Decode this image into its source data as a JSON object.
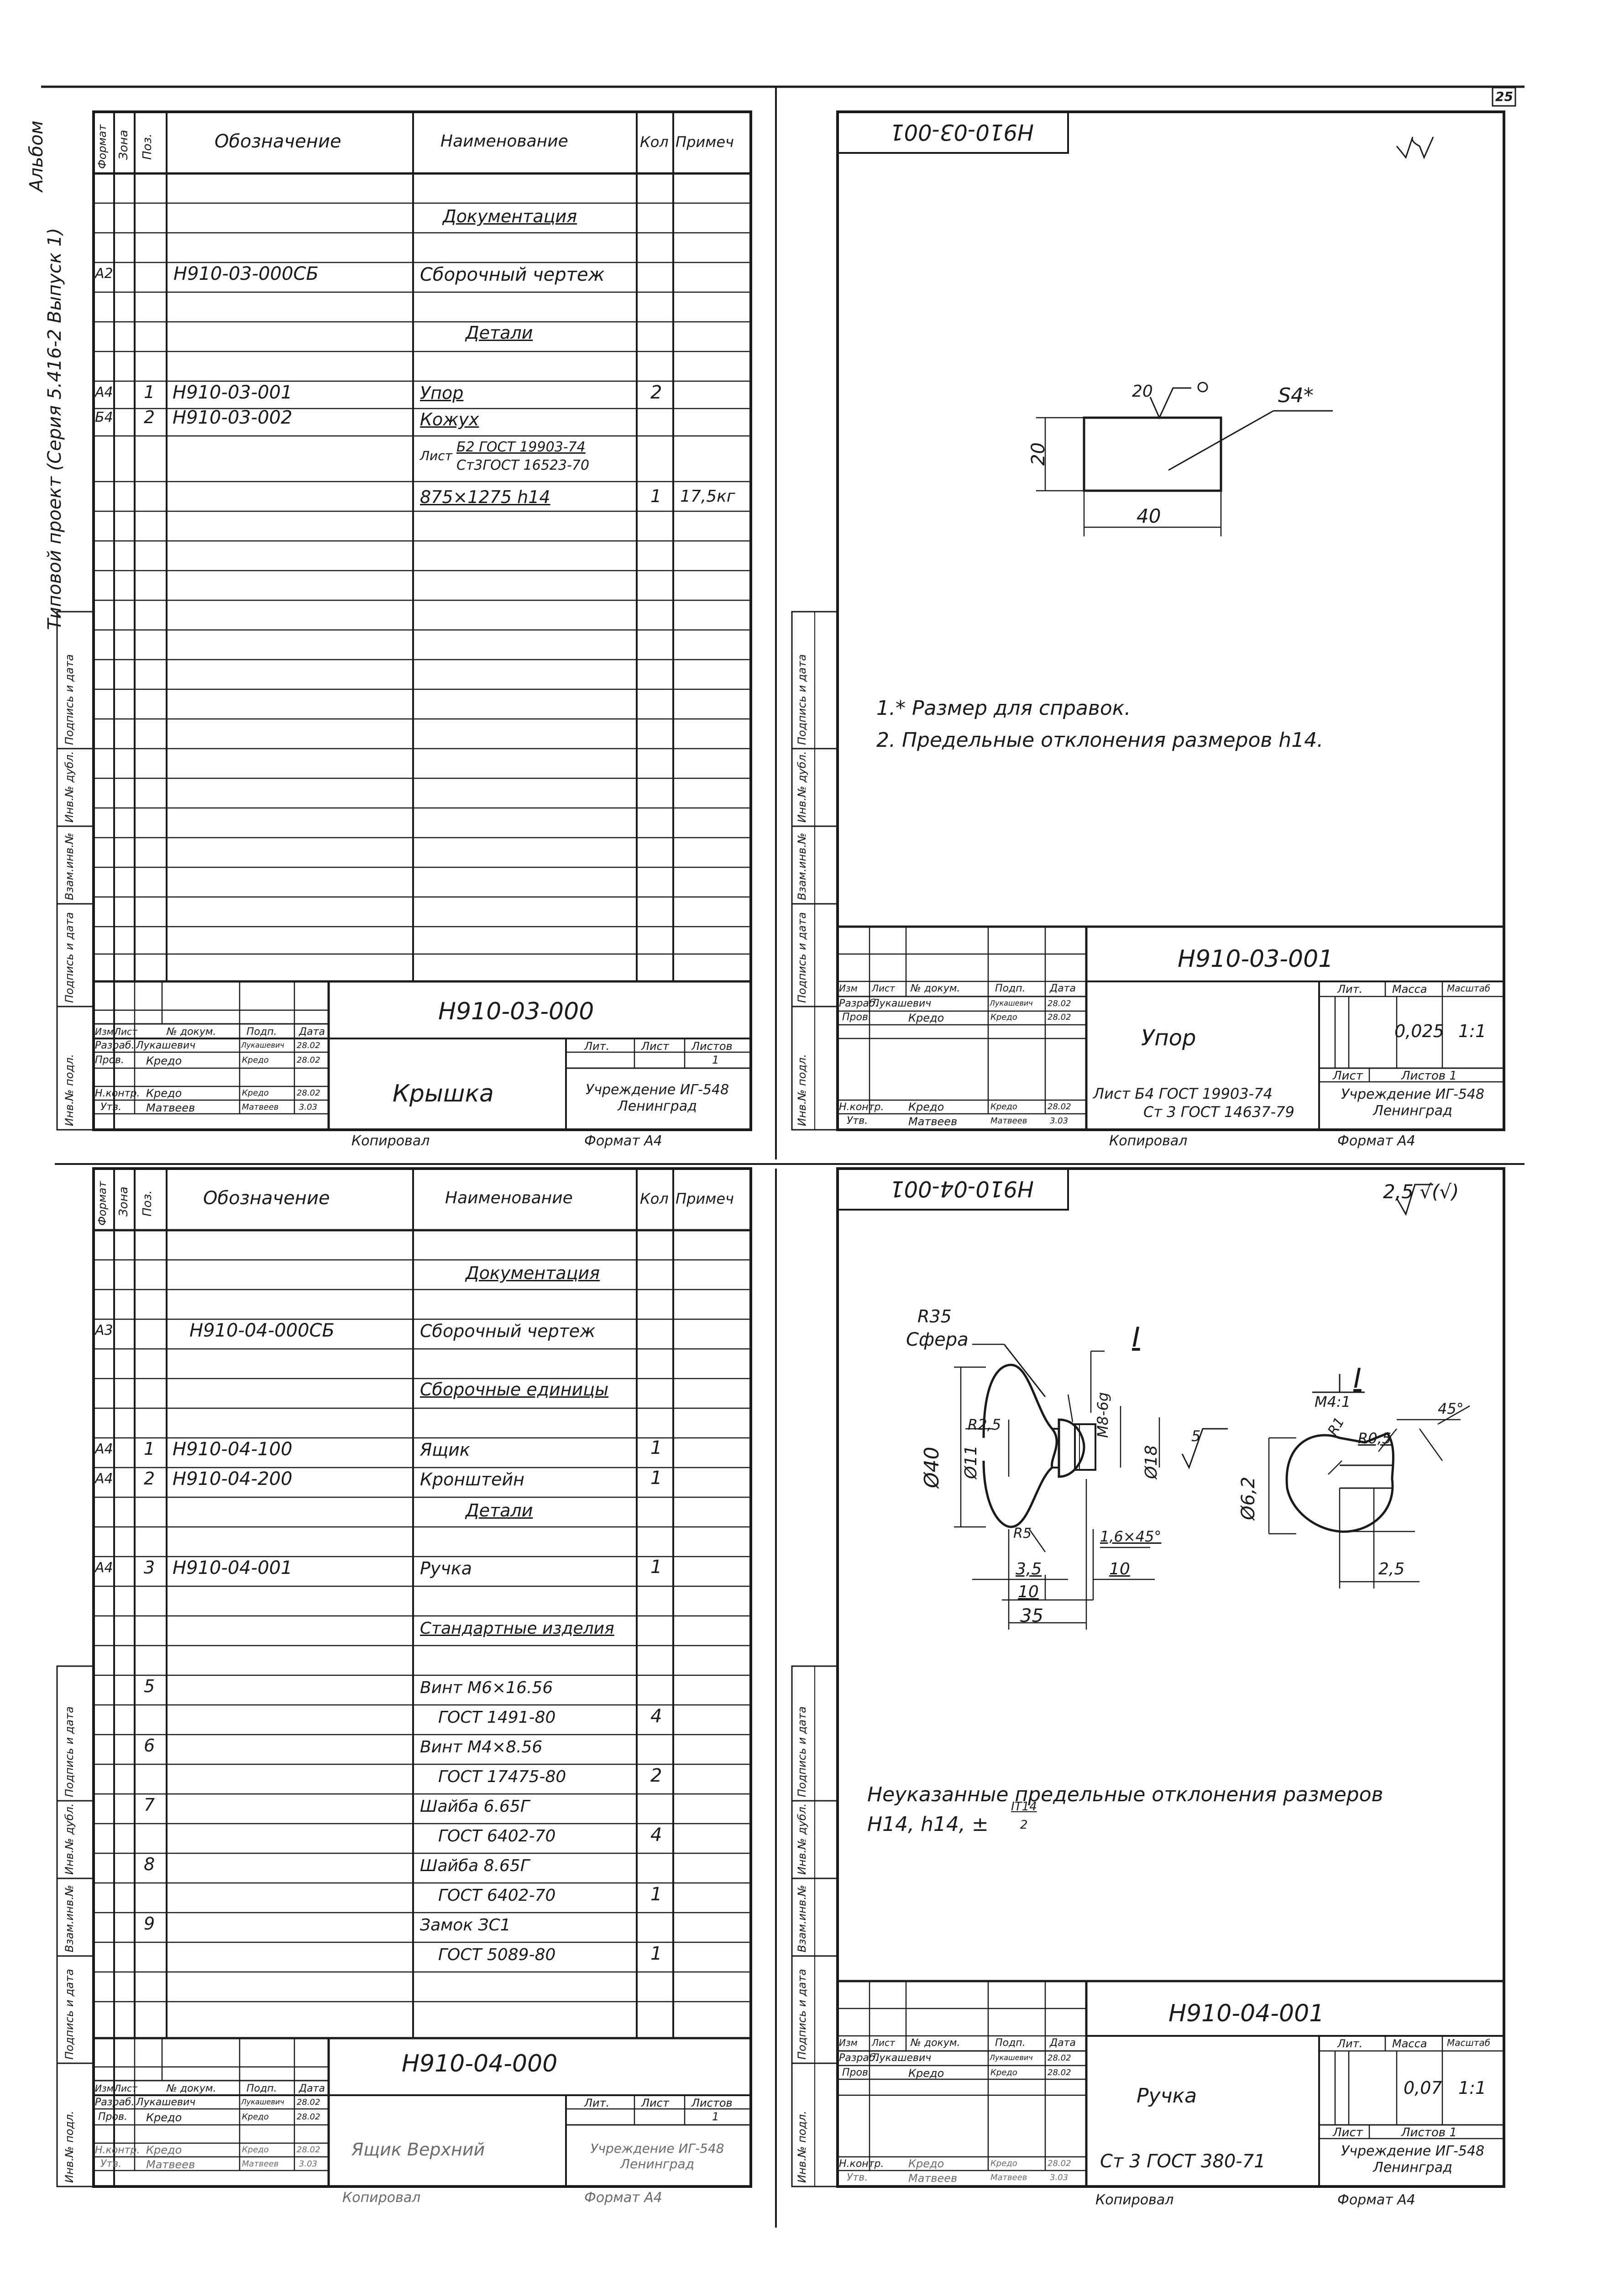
{
  "page_number": "25",
  "side": {
    "album": "Альбом",
    "project": "Типовой проект (Серия 5.416-2 Выпуск 1)",
    "margin_labels_1": [
      "Подпись и дата",
      "Инв.№ дубл.",
      "Взам.инв.№",
      "Подпись и дата",
      "Инв.№ подл."
    ],
    "margin_labels_2": [
      "Подпись и дата",
      "Инв.№ дубл.",
      "Взам.инв.№",
      "Подпись и дата",
      "Инв.№ подл."
    ],
    "margin_labels_3": [
      "Подпись и дата",
      "Инв.№ дубл.",
      "Взам.инв.№",
      "Подпись и дата",
      "Инв.№ подл."
    ],
    "margin_labels_4": [
      "Подпись и дата",
      "Инв.№ дубл.",
      "Взам.инв.№",
      "Подпись и дата",
      "Инв.№ подл."
    ]
  },
  "spec_header": {
    "format": "Формат",
    "zone": "Зона",
    "pos": "Поз.",
    "designation": "Обозначение",
    "name": "Наименование",
    "qty": "Кол",
    "note": "Примеч"
  },
  "spec1": {
    "rows": [
      {
        "name": "Документация"
      },
      {
        "format": "А2",
        "designation": "Н910-03-000СБ",
        "name": "Сборочный чертеж"
      },
      {
        "name": "Детали"
      },
      {
        "format": "А4",
        "pos": "1",
        "designation": "Н910-03-001",
        "name": "Упор",
        "qty": "2"
      },
      {
        "format": "Б4",
        "pos": "2",
        "designation": "Н910-03-002",
        "name": "Кожух"
      },
      {
        "name_a": "Лист",
        "name_b": "Б2 ГОСТ 19903-74",
        "name_c": "Ст3ГОСТ 16523-70"
      },
      {
        "name": "875×1275 h14",
        "qty": "1",
        "note": "17,5кг"
      }
    ],
    "stamp": {
      "code": "Н910-03-000",
      "title": "Крышка",
      "lit": "Лит.",
      "sheet": "Лист",
      "sheets": "Листов",
      "sheets_value": "1",
      "org": "Учреждение ИГ-548 Ленинград",
      "cols": [
        "Изм",
        "Лист",
        "№ докум.",
        "Подп.",
        "Дата"
      ],
      "people": [
        {
          "role": "Разраб.",
          "name": "Лукашевич",
          "sign": "Лукашевич",
          "date": "28.02"
        },
        {
          "role": "Пров.",
          "name": "Кредо",
          "sign": "Кредо",
          "date": "28.02"
        },
        {
          "role": "Н.контр.",
          "name": "Кредо",
          "sign": "Кредо",
          "date": "28.02"
        },
        {
          "role": "Утв.",
          "name": "Матвеев",
          "sign": "Матвеев",
          "date": "3.03"
        }
      ],
      "copied": "Копировал",
      "format": "Формат А4"
    }
  },
  "drawing1": {
    "mirror_code": "Н910-03-001",
    "roughness": "∀(√)",
    "dim_20_top": "20",
    "dim_s4": "S4*",
    "dim_20_left": "20",
    "dim_40": "40",
    "notes": [
      "1.* Размер для справок.",
      "2. Предельные отклонения размеров h14."
    ],
    "stamp": {
      "code": "Н910-03-001",
      "title": "Упор",
      "lit": "Лит.",
      "mass": "Масса",
      "scale": "Масштаб",
      "mass_value": "0,025",
      "scale_value": "1:1",
      "sheet": "Лист",
      "sheets": "Листов 1",
      "material_a": "Лист Б4 ГОСТ 19903-74",
      "material_b": "Ст 3 ГОСТ 14637-79",
      "org": "Учреждение ИГ-548 Ленинград",
      "cols": [
        "Изм",
        "Лист",
        "№ докум.",
        "Подп.",
        "Дата"
      ],
      "people": [
        {
          "role": "Разраб.",
          "name": "Лукашевич",
          "sign": "Лукашевич",
          "date": "28.02"
        },
        {
          "role": "Пров.",
          "name": "Кредо",
          "sign": "Кредо",
          "date": "28.02"
        },
        {
          "role": "Н.контр.",
          "name": "Кредо",
          "sign": "Кредо",
          "date": "28.02"
        },
        {
          "role": "Утв.",
          "name": "Матвеев",
          "sign": "Матвеев",
          "date": "3.03"
        }
      ],
      "copied": "Копировал",
      "format": "Формат А4"
    }
  },
  "spec2": {
    "rows": [
      {
        "name": "Документация"
      },
      {
        "format": "А3",
        "designation": "Н910-04-000СБ",
        "name": "Сборочный чертеж"
      },
      {
        "name": "Сборочные единицы"
      },
      {
        "format": "А4",
        "pos": "1",
        "designation": "Н910-04-100",
        "name": "Ящик",
        "qty": "1"
      },
      {
        "format": "А4",
        "pos": "2",
        "designation": "Н910-04-200",
        "name": "Кронштейн",
        "qty": "1"
      },
      {
        "name": "Детали"
      },
      {
        "format": "А4",
        "pos": "3",
        "designation": "Н910-04-001",
        "name": "Ручка",
        "qty": "1"
      },
      {
        "name": "Стандартные изделия"
      },
      {
        "pos": "5",
        "name": "Винт М6×16.56"
      },
      {
        "name": "ГОСТ 1491-80",
        "qty": "4"
      },
      {
        "pos": "6",
        "name": "Винт М4×8.56"
      },
      {
        "name": "ГОСТ 17475-80",
        "qty": "2"
      },
      {
        "pos": "7",
        "name": "Шайба 6.65Г"
      },
      {
        "name": "ГОСТ 6402-70",
        "qty": "4"
      },
      {
        "pos": "8",
        "name": "Шайба 8.65Г"
      },
      {
        "name": "ГОСТ 6402-70",
        "qty": "1"
      },
      {
        "pos": "9",
        "name": "Замок ЗС1"
      },
      {
        "name": "ГОСТ 5089-80",
        "qty": "1"
      }
    ],
    "stamp": {
      "code": "Н910-04-000",
      "title": "Ящик Верхний",
      "lit": "Лит.",
      "sheet": "Лист",
      "sheets": "Листов",
      "sheets_value": "1",
      "org": "Учреждение ИГ-548 Ленинград",
      "cols": [
        "Изм",
        "Лист",
        "№ докум.",
        "Подп.",
        "Дата"
      ],
      "people": [
        {
          "role": "Разраб.",
          "name": "Лукашевич",
          "sign": "Лукашевич",
          "date": "28.02"
        },
        {
          "role": "Пров.",
          "name": "Кредо",
          "sign": "Кредо",
          "date": "28.02"
        },
        {
          "role": "Н.контр.",
          "name": "Кредо",
          "sign": "Кредо",
          "date": "28.02"
        },
        {
          "role": "Утв.",
          "name": "Матвеев",
          "sign": "Матвеев",
          "date": "3.03"
        }
      ],
      "copied": "Копировал",
      "format": "Формат А4"
    }
  },
  "drawing2": {
    "mirror_code": "Н910-04-001",
    "roughness": "2,5 √(√)",
    "r35": "R35",
    "sphere": "Сфера",
    "section_mark": "I",
    "section_mark_2": "I",
    "scale_view": "М4:1",
    "dims": {
      "d40": "Ø40",
      "d11": "Ø11",
      "r25": "R2,5",
      "m8": "М8-6g",
      "d18": "Ø18",
      "rough5": "5",
      "r5": "R5",
      "ch": "1,6×45°",
      "d35": "3,5",
      "d10a": "10",
      "d10b": "10",
      "d35b": "35",
      "r1": "R1",
      "r05": "R0,5",
      "a45": "45°",
      "d62": "Ø6,2",
      "d25": "2,5"
    },
    "notes": [
      "Неуказанные предельные отклонения размеров",
      "Н14, h14, ±",
      "IT14",
      "2"
    ],
    "stamp": {
      "code": "Н910-04-001",
      "title": "Ручка",
      "lit": "Лит.",
      "mass": "Масса",
      "scale": "Масштаб",
      "mass_value": "0,07",
      "scale_value": "1:1",
      "sheet": "Лист",
      "sheets": "Листов 1",
      "material_a": "Ст 3 ГОСТ 380-71",
      "org": "Учреждение ИГ-548 Ленинград",
      "cols": [
        "Изм",
        "Лист",
        "№ докум.",
        "Подп.",
        "Дата"
      ],
      "people": [
        {
          "role": "Разраб.",
          "name": "Лукашевич",
          "sign": "Лукашевич",
          "date": "28.02"
        },
        {
          "role": "Пров.",
          "name": "Кредо",
          "sign": "Кредо",
          "date": "28.02"
        },
        {
          "role": "Н.контр.",
          "name": "Кредо",
          "sign": "Кредо",
          "date": "28.02"
        },
        {
          "role": "Утв.",
          "name": "Матвеев",
          "sign": "Матвеев",
          "date": "3.03"
        }
      ],
      "copied": "Копировал",
      "format": "Формат А4"
    }
  }
}
